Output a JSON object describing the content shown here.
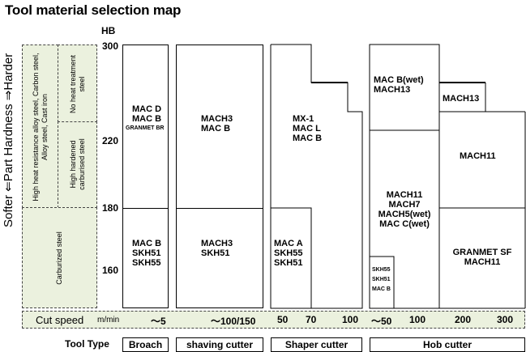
{
  "title": "Tool material selection map",
  "y_axis": {
    "unit": "HB",
    "ticks": [
      "300",
      "220",
      "180",
      "160"
    ],
    "label": "Softer ⇐Part Hardness ⇒Harder"
  },
  "categories": {
    "high_heat": "High heat resistance alloy steel, Carbon steel, Alloy steel, Cast iron",
    "no_heat": "No heat treatment steel",
    "high_hardened": "High hardened carburised steel",
    "carburized": "Carburized steel"
  },
  "broach": {
    "upper": [
      "MAC D",
      "MAC B",
      "GRANMET BR"
    ],
    "lower": [
      "MAC B",
      "SKH51",
      "SKH55"
    ]
  },
  "shaving": {
    "upper": [
      "MACH3",
      "MAC B"
    ],
    "lower": [
      "MACH3",
      "SKH51"
    ]
  },
  "shaper": {
    "upper": [
      "MX-1",
      "MAC L",
      "MAC B"
    ],
    "lower": [
      "MAC A",
      "SKH55",
      "SKH51"
    ]
  },
  "hob": {
    "top_left": [
      "MAC B(wet)",
      "MACH13"
    ],
    "top_right": "MACH13",
    "right_mid": "MACH11",
    "center": [
      "MACH11",
      "MACH7",
      "MACH5(wet)",
      "MAC C(wet)"
    ],
    "small": [
      "SKH55",
      "SKH51",
      "MAC B"
    ],
    "bottom_right": [
      "GRANMET SF",
      "MACH11"
    ]
  },
  "cut_speed": {
    "label": "Cut speed",
    "unit": "m/min",
    "values": [
      "〜5",
      "〜100/150",
      "50",
      "70",
      "100",
      "〜50",
      "100",
      "200",
      "300"
    ]
  },
  "tool_type": {
    "label": "Tool Type",
    "items": [
      "Broach",
      "shaving cutter",
      "Shaper cutter",
      "Hob cutter"
    ]
  }
}
